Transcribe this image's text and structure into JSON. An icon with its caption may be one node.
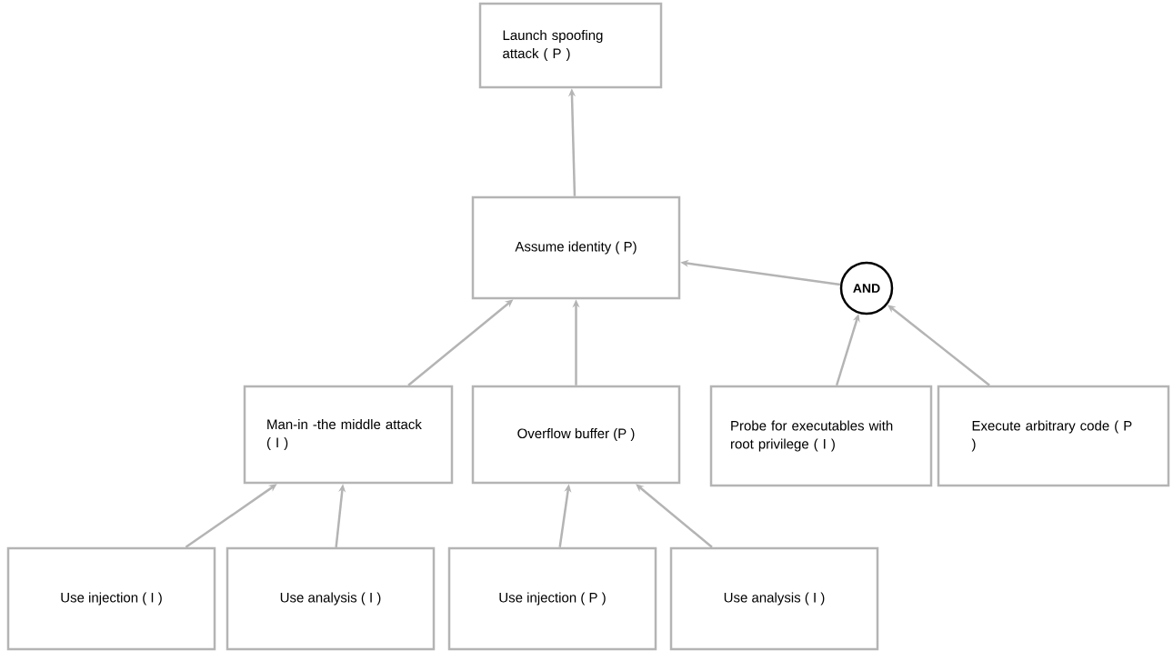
{
  "diagram": {
    "nodes": [
      {
        "text": [
          "Launch spoofing attack ( P )"
        ]
      },
      {
        "text": [
          "Assume identity ( P)"
        ]
      },
      {
        "text": [
          "AND"
        ]
      },
      {
        "text": [
          "Man-in -the middle attack ( I )"
        ]
      },
      {
        "text": [
          "Overflow buffer (P )"
        ]
      },
      {
        "text": [
          "Probe for executables with root privilege ( I )"
        ]
      },
      {
        "text": [
          "Execute arbitrary code ( P )"
        ]
      },
      {
        "text": [
          "Use injection ( I )"
        ]
      },
      {
        "text": [
          "Use analysis ( I )"
        ]
      },
      {
        "text": [
          "Use injection ( P )"
        ]
      },
      {
        "text": [
          "Use analysis ( I )"
        ]
      }
    ],
    "edges": [
      {
        "from": 1,
        "to": 0,
        "arrow": "to"
      },
      {
        "from": 2,
        "to": 1,
        "arrow": "to"
      },
      {
        "from": 3,
        "to": 1,
        "arrow": "to"
      },
      {
        "from": 4,
        "to": 1,
        "arrow": "to"
      },
      {
        "from": 5,
        "to": 2,
        "arrow": "to"
      },
      {
        "from": 6,
        "to": 2,
        "arrow": "to"
      },
      {
        "from": 7,
        "to": 3,
        "arrow": "to"
      },
      {
        "from": 8,
        "to": 3,
        "arrow": "to"
      },
      {
        "from": 9,
        "to": 4,
        "arrow": "to"
      },
      {
        "from": 10,
        "to": 4,
        "arrow": "to"
      }
    ]
  }
}
